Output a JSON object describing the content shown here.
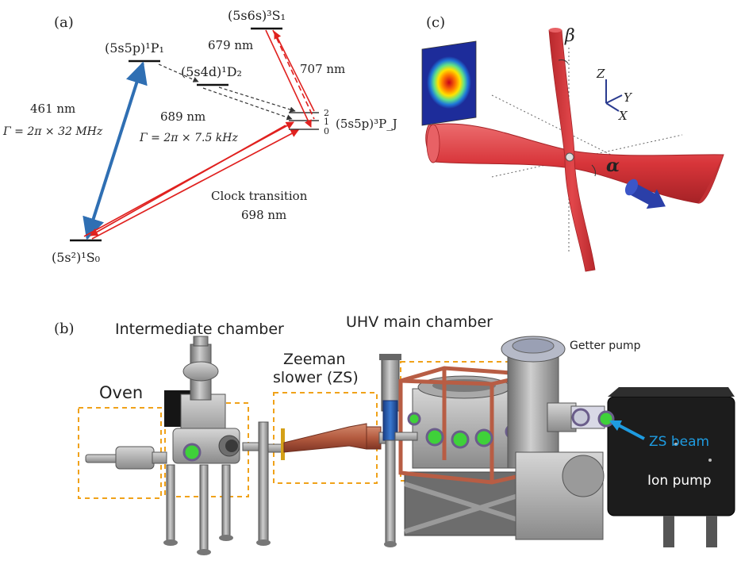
{
  "panel_a": {
    "label": "(a)",
    "levels": {
      "p1": "(5s5p)¹P₁",
      "d2": "(5s4d)¹D₂",
      "s1": "(5s6s)³S₁",
      "pj": "(5s5p)³P_J",
      "s0": "(5s²)¹S₀",
      "j2": "2",
      "j1": "1",
      "j0": "0"
    },
    "transitions": {
      "blue_wavelength": "461 nm",
      "blue_width": "Γ = 2π × 32 MHz",
      "red689_wavelength": "689 nm",
      "red689_width": "Γ = 2π × 7.5 kHz",
      "w679": "679 nm",
      "w707": "707 nm",
      "clock_label": "Clock transition",
      "clock_wavelength": "698 nm"
    },
    "colors": {
      "blue": "#2f6fb3",
      "red": "#e0211f",
      "dashed": "#333333"
    }
  },
  "panel_c": {
    "label": "(c)",
    "angles": {
      "beta": "β",
      "alpha": "α"
    },
    "axes": {
      "z": "Z",
      "y": "Y",
      "x": "X"
    },
    "colors": {
      "beam": "#d8353a",
      "axis": "#2a3b8f"
    }
  },
  "panel_b": {
    "label": "(b)",
    "labels": {
      "oven": "Oven",
      "intermediate": "Intermediate chamber",
      "zeeman_line1": "Zeeman",
      "zeeman_line2": "slower (ZS)",
      "uhv": "UHV main chamber",
      "getter": "Getter pump",
      "zs_beam": "ZS beam",
      "ion_pump": "Ion pump"
    },
    "colors": {
      "box": "#f0a21a",
      "window": "#3fd13a",
      "copper": "#b85d44",
      "zs_beam": "#1e9be0",
      "pump": "#1c1c1c",
      "metal": "#8f8f8f"
    }
  }
}
